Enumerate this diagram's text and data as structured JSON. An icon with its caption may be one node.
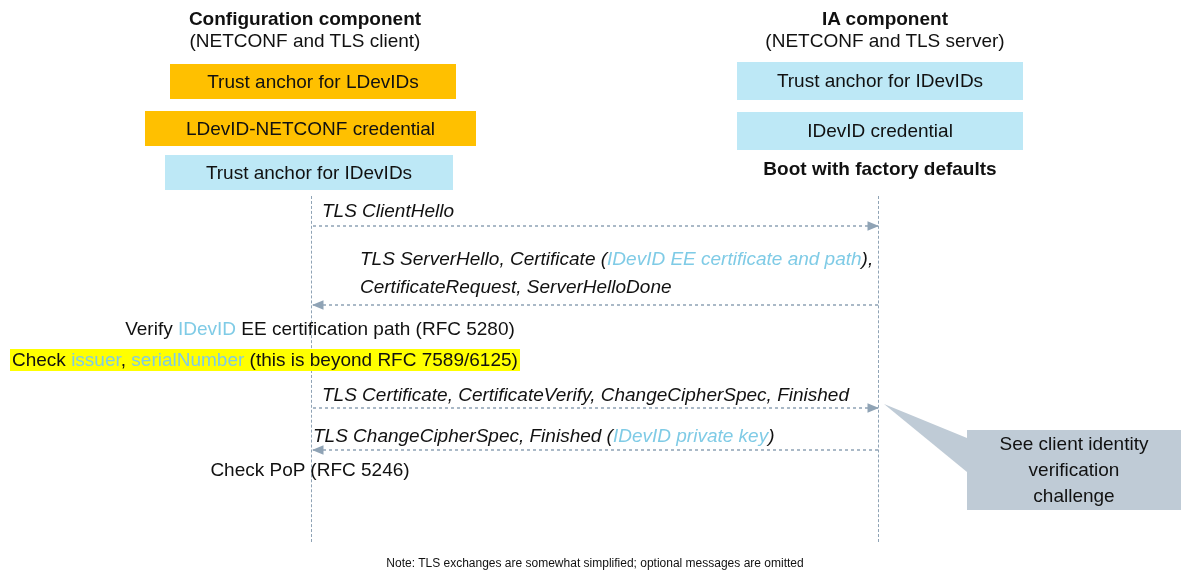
{
  "diagram": {
    "nodes": [
      {
        "text": [
          "Configuration component",
          "(NETCONF and TLS client)"
        ]
      },
      {
        "text": [
          "IA component",
          "(NETCONF and TLS server)"
        ]
      },
      {
        "text": [],
        "shape": "line"
      },
      {
        "text": [],
        "shape": "line"
      },
      {
        "text": [
          "Trust anchor for LDevIDs"
        ]
      },
      {
        "text": [
          "LDevID-NETCONF credential"
        ]
      },
      {
        "text": [
          "Trust anchor for IDevIDs"
        ]
      },
      {
        "text": [
          "Trust anchor for IDevIDs"
        ]
      },
      {
        "text": [
          "IDevID credential"
        ]
      },
      {
        "text": [
          "See client identity verification challenge"
        ]
      }
    ],
    "edges": [
      {
        "from": 2,
        "to": 3,
        "arrow": "to",
        "label": "TLS ClientHello"
      },
      {
        "from": 3,
        "to": 2,
        "arrow": "to",
        "label": "TLS ServerHello, Certificate (*IDevID EE certificate and path*), CertificateRequest, ServerHelloDone"
      },
      {
        "from": 2,
        "to": 3,
        "arrow": "to",
        "label": "TLS Certificate, CertificateVerify, ChangeCipherSpec, Finished"
      },
      {
        "from": 3,
        "to": 2,
        "arrow": "to",
        "label": "TLS ChangeCipherSpec, Finished (*IDevID private key*)"
      },
      {
        "from": 9,
        "to": null,
        "arrow": "to"
      }
    ],
    "labels": [
      "Boot with factory defaults",
      "Verify *IDevID* EE certification path (RFC 5280)",
      "Check *issuer*, *serialNumber* (this is beyond RFC 7589/6125)",
      "Check PoP (RFC 5246)",
      "Note: TLS exchanges are somewhat simplified; optional messages are omitted"
    ]
  }
}
